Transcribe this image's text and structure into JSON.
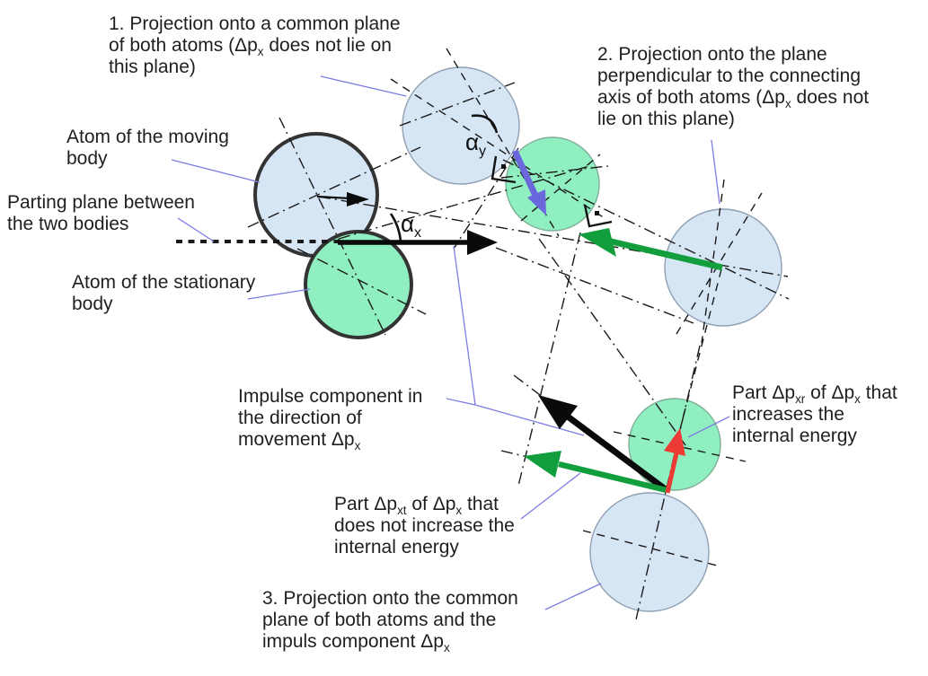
{
  "labels": {
    "note1": {
      "line1": "1. Projection onto a common plane",
      "line2a": "of both atoms (Δp",
      "line2sub": "x",
      "line2b": " does not lie on",
      "line3": "this plane)"
    },
    "note2": {
      "line1": "2. Projection onto the plane",
      "line2": "perpendicular to the connecting",
      "line3a": "axis of both atoms (Δp",
      "line3sub": "x",
      "line3b": " does not",
      "line4": "lie on this plane)"
    },
    "note3": {
      "line1": "3. Projection onto the common",
      "line2": "plane of both atoms and the",
      "line3a": "impuls component Δp",
      "line3sub": "x"
    },
    "atom_moving": {
      "line1": "Atom of the moving",
      "line2": "body"
    },
    "parting_plane": {
      "line1": "Parting plane between",
      "line2": "the two bodies"
    },
    "atom_stationary": {
      "line1": "Atom of the stationary",
      "line2": "body"
    },
    "impulse": {
      "line1": "Impulse component in",
      "line2": "the direction of",
      "line3a": "movement Δp",
      "line3sub": "x"
    },
    "part_xt": {
      "line1a": "Part Δp",
      "line1sub1": "xt",
      "line1b": " of Δp",
      "line1sub2": "x",
      "line1c": " that",
      "line2": "does not increase the",
      "line3": "internal energy"
    },
    "part_xr": {
      "line1a": "Part Δp",
      "line1sub1": "xr",
      "line1b": " of Δp",
      "line1sub2": "x",
      "line1c": " that",
      "line2": "increases the",
      "line3": "internal energy"
    },
    "alpha_x": {
      "base": "α",
      "sub": "x"
    },
    "alpha_y": {
      "base": "α",
      "sub": "y"
    }
  },
  "colors": {
    "atom_blue": "#d7e6f4",
    "atom_green": "#90efc0",
    "circle_thin": "#8fa0b3",
    "circle_thin_green": "#7fae97",
    "circle_thick": "#333333",
    "line": "#1a1a1a",
    "leader": "#7d7de2",
    "arrow_black": "#0a0a0a",
    "arrow_blue": "#6b68de",
    "arrow_green": "#129e3c",
    "arrow_red": "#ee3a34"
  }
}
